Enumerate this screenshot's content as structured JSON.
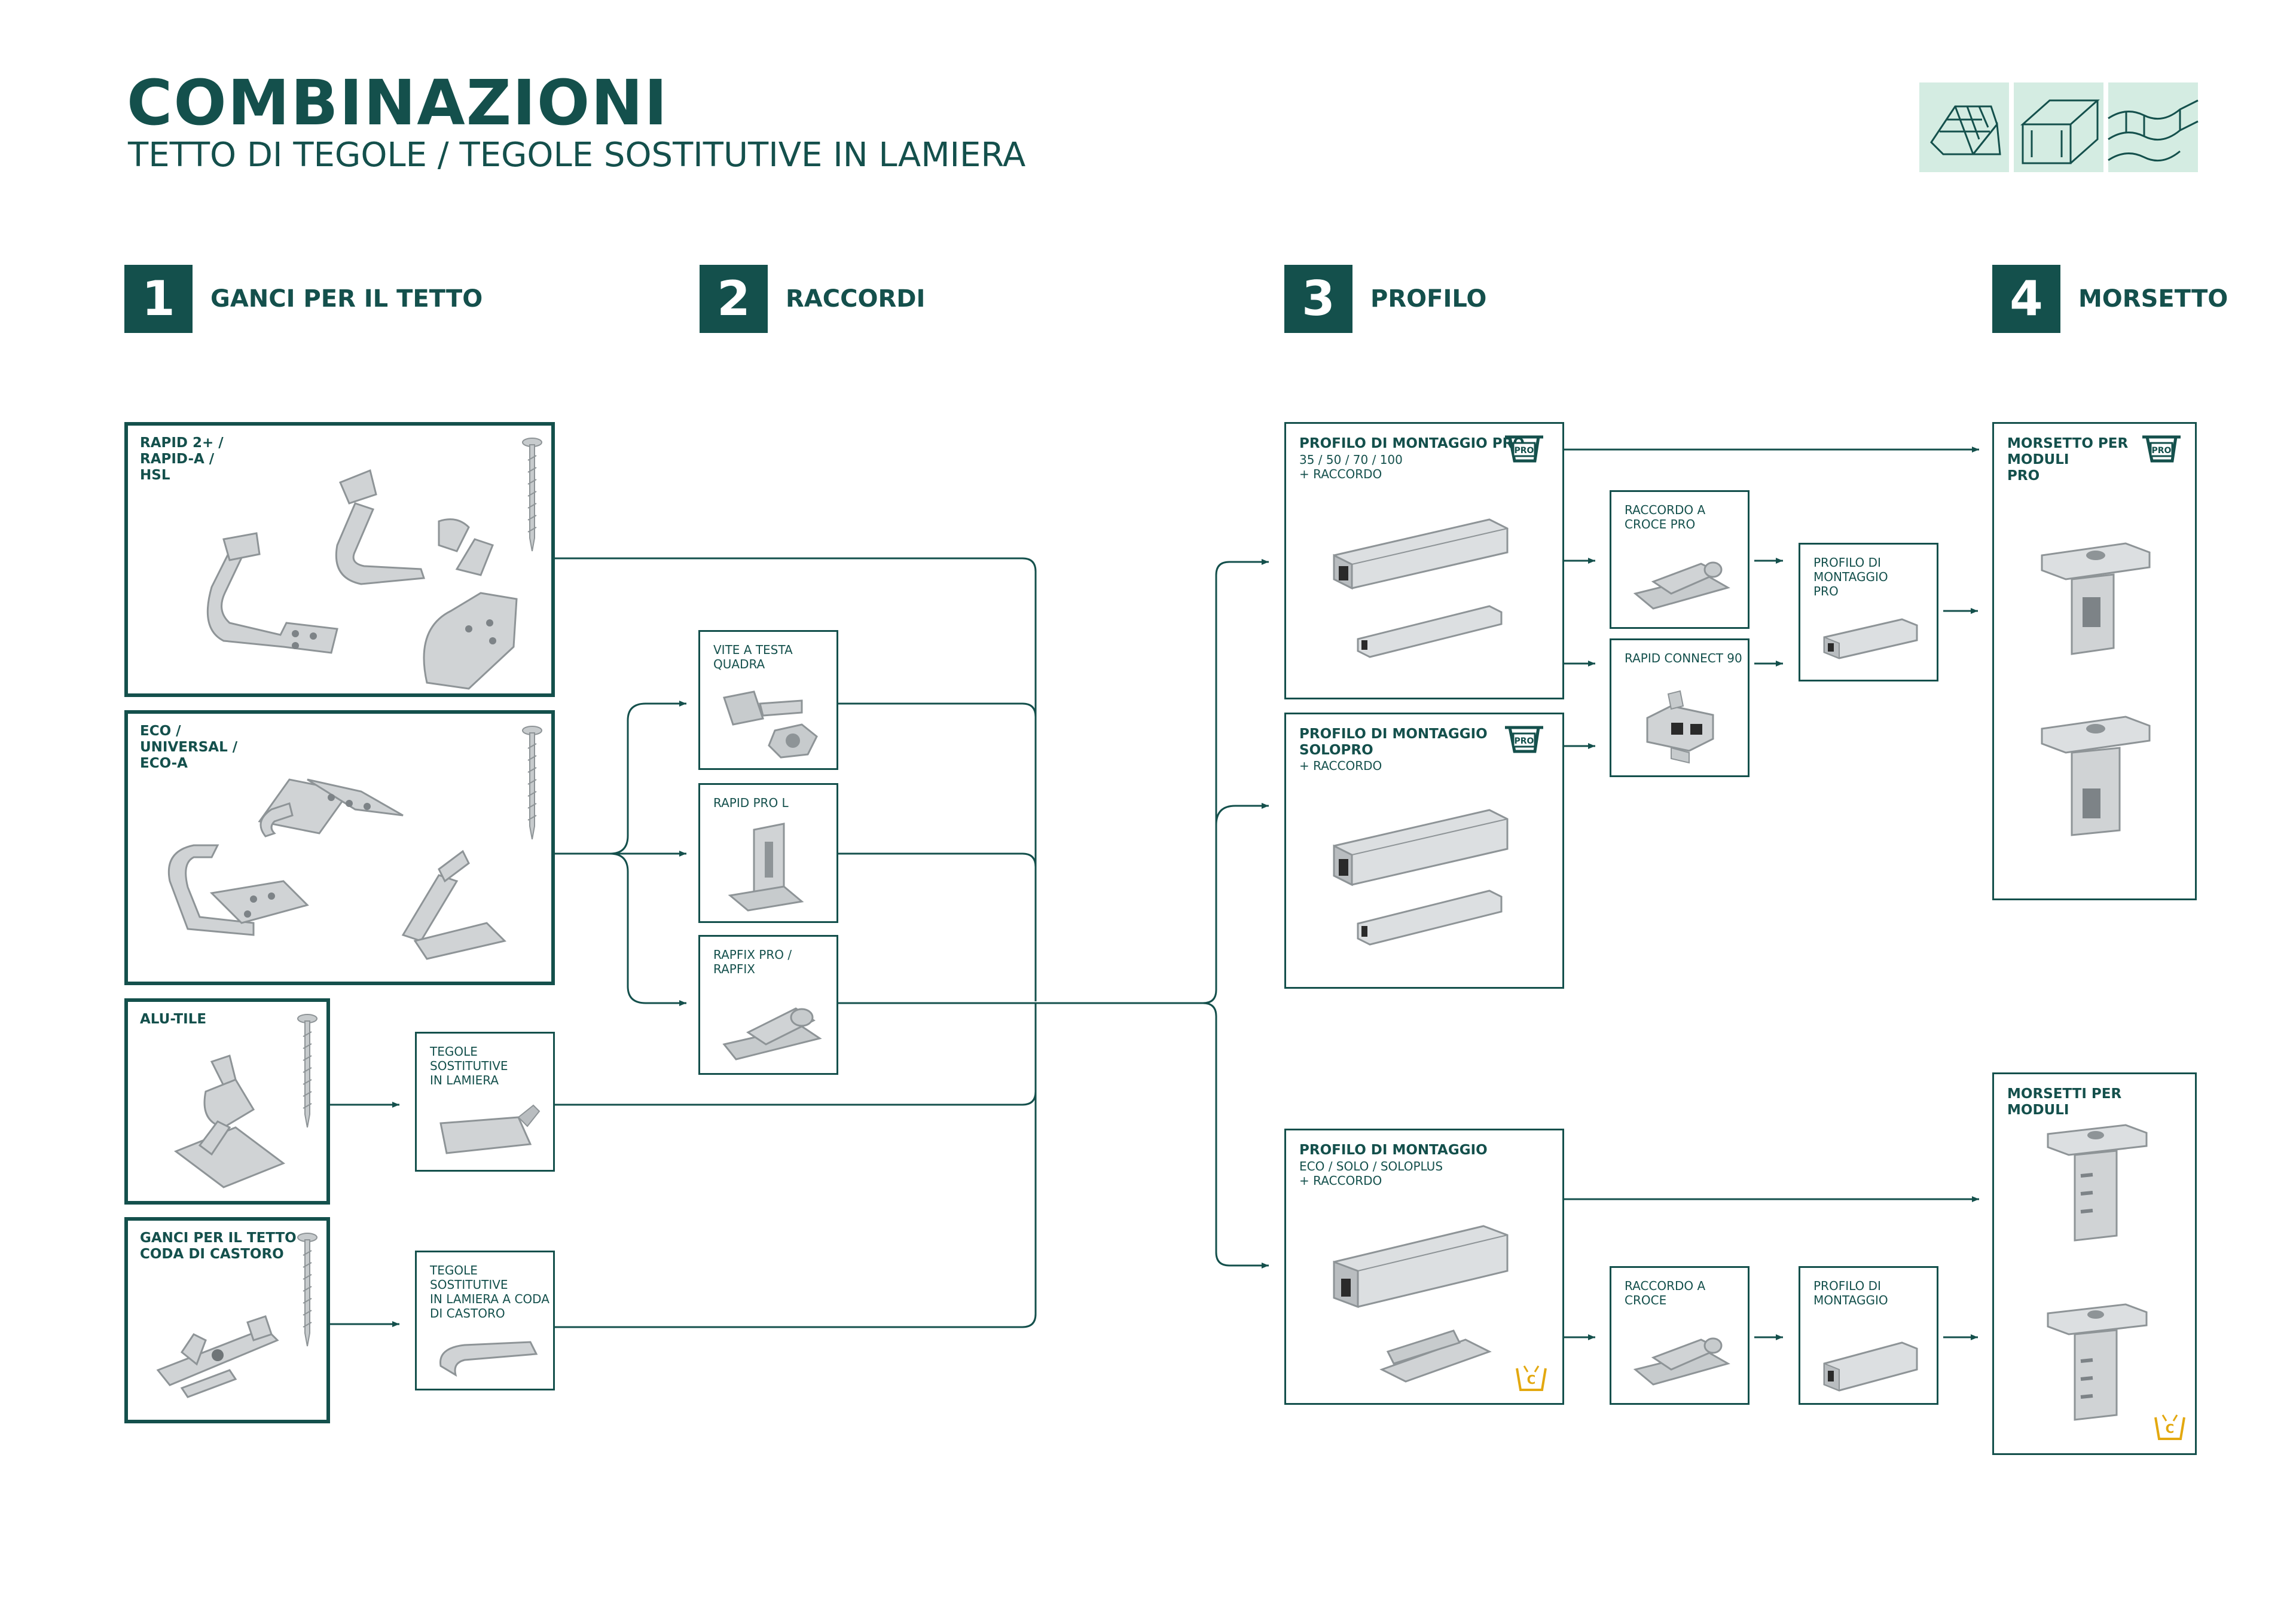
{
  "header": {
    "title": "COMBINAZIONI",
    "subtitle": "TETTO DI TEGOLE / TEGOLE SOSTITUTIVE IN LAMIERA"
  },
  "sections": [
    {
      "number": "1",
      "title": "GANCI PER IL TETTO"
    },
    {
      "number": "2",
      "title": "RACCORDI"
    },
    {
      "number": "3",
      "title": "PROFILO"
    },
    {
      "number": "4",
      "title": "MORSETTO"
    }
  ],
  "roof_hooks": [
    {
      "label": "RAPID 2+ /\nRAPID-A /\nHSL"
    },
    {
      "label": "ECO /\nUNIVERSAL /\nECO-A"
    },
    {
      "label": "ALU-TILE"
    },
    {
      "label": "GANCI PER IL TETTO\nCODA DI CASTORO"
    }
  ],
  "replacement_tiles": [
    {
      "label": "TEGOLE SOSTITUTIVE\nIN LAMIERA"
    },
    {
      "label": "TEGOLE SOSTITUTIVE\nIN LAMIERA A CODA\nDI CASTORO"
    }
  ],
  "connectors": [
    {
      "label": "VITE A TESTA QUADRA"
    },
    {
      "label": "RAPID PRO L"
    },
    {
      "label": "RAPFIX PRO /\nRAPFIX"
    }
  ],
  "profiles": [
    {
      "label": "PROFILO DI MONTAGGIO PRO",
      "sub": "35 / 50 / 70 / 100\n+ RACCORDO",
      "badge": "PRO"
    },
    {
      "label": "PROFILO DI MONTAGGIO\nSOLOPRO",
      "sub": "+ RACCORDO",
      "badge": "PRO"
    },
    {
      "label": "PROFILO DI MONTAGGIO",
      "sub": "ECO / SOLO / SOLOPLUS\n+ RACCORDO",
      "badge": "C"
    }
  ],
  "profile_connectors": [
    {
      "label": "RACCORDO A\nCROCE PRO"
    },
    {
      "label": "RAPID CONNECT 90"
    },
    {
      "label": "PROFILO DI\nMONTAGGIO\nPRO"
    },
    {
      "label": "RACCORDO A\nCROCE"
    },
    {
      "label": "PROFILO DI\nMONTAGGIO"
    }
  ],
  "clamps": [
    {
      "label": "MORSETTO PER\nMODULI\nPRO",
      "badge": "PRO"
    },
    {
      "label": "MORSETTI PER\nMODULI",
      "badge": "C"
    }
  ],
  "colors": {
    "primary": "#14504c",
    "icon_bg": "#d4ece2",
    "accent_yellow": "#e3a80f",
    "metal": "#c9ccce"
  }
}
